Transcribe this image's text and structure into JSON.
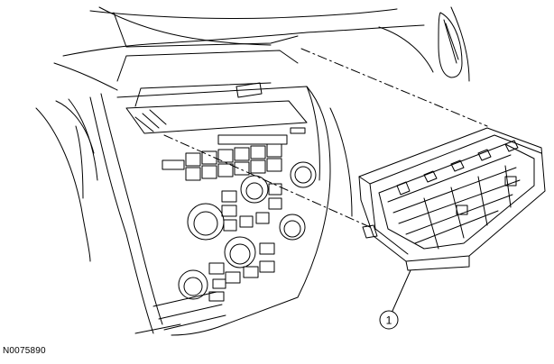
{
  "figure": {
    "id": "N0075890",
    "part": "center-dash-vent-assembly",
    "callouts": [
      {
        "number": "1"
      }
    ]
  },
  "colors": {
    "stroke": "#000000",
    "background": "#ffffff"
  }
}
